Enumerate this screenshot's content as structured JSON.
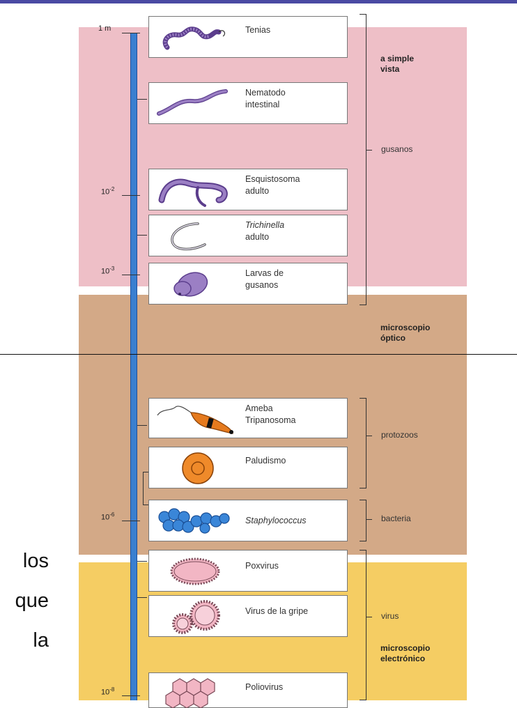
{
  "scale_labels": {
    "m1": "1 m",
    "cm": "10",
    "cm_exp": "-2",
    "mm": "10",
    "mm_exp": "-3",
    "um": "10",
    "um_exp": "-6",
    "nm": "10",
    "nm_exp": "-8"
  },
  "organisms": [
    {
      "line1": "Tenias",
      "line2": ""
    },
    {
      "line1": "Nematodo",
      "line2": "intestinal"
    },
    {
      "line1": "Esquistosoma",
      "line2": "adulto"
    },
    {
      "line1": "Trichinella",
      "line2": "adulto"
    },
    {
      "line1": "Larvas de",
      "line2": "gusanos"
    },
    {
      "line1": "Ameba",
      "line2": "Tripanosoma"
    },
    {
      "line1": "Paludismo",
      "line2": ""
    },
    {
      "line1": "Staphylococcus",
      "line2": ""
    },
    {
      "line1": "Poxvirus",
      "line2": ""
    },
    {
      "line1": "Virus de la gripe",
      "line2": ""
    },
    {
      "line1": "Poliovirus",
      "line2": ""
    }
  ],
  "groups": {
    "gusanos": "gusanos",
    "protozoos": "protozoos",
    "bacteria": "bacteria",
    "virus": "virus"
  },
  "zones": {
    "simple_1": "a simple",
    "simple_2": "vista",
    "optico_1": "microscopio",
    "optico_2": "óptico",
    "electronico_1": "microscopio",
    "electronico_2": "electrónico"
  },
  "side_text": [
    "los",
    "que",
    "la"
  ],
  "colors": {
    "pink_band": "#eebfc7",
    "tan_band": "#d3a987",
    "yellow_band": "#f5cd63",
    "scale_bar": "#3a7fd0",
    "organism_purple": "#9b7fc4",
    "paludismo_orange": "#ef8a2a",
    "staphylococcus_blue": "#3a86d8",
    "virus_pink": "#f2b6c4"
  }
}
